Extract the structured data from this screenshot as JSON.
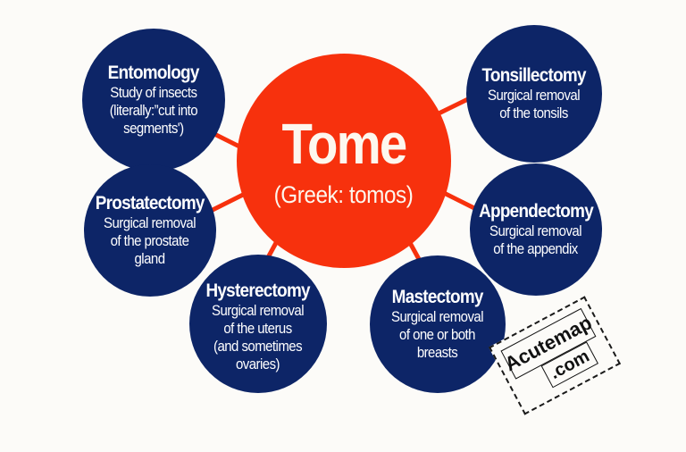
{
  "center": {
    "title": "Tome",
    "subtitle": "(Greek: tomos)",
    "color": "#f7310d"
  },
  "node_color": "#0d2567",
  "connector_color": "#f7310d",
  "nodes": [
    {
      "title": "Entomology",
      "lines": [
        "Study of insects",
        "(literally:”cut into",
        "segments')"
      ]
    },
    {
      "title": "Tonsillectomy",
      "lines": [
        "Surgical removal",
        "of the tonsils"
      ]
    },
    {
      "title": "Prostatectomy",
      "lines": [
        "Surgical removal",
        "of the prostate",
        "gland"
      ]
    },
    {
      "title": "Appendectomy",
      "lines": [
        "Surgical removal",
        "of the appendix"
      ]
    },
    {
      "title": "Hysterectomy",
      "lines": [
        "Surgical removal",
        "of the uterus",
        "(and sometimes",
        "ovaries)"
      ]
    },
    {
      "title": "Mastectomy",
      "lines": [
        "Surgical removal",
        "of one or both",
        "breasts"
      ]
    }
  ],
  "watermark": {
    "line1": "Acutemap",
    "line2": ".com"
  }
}
